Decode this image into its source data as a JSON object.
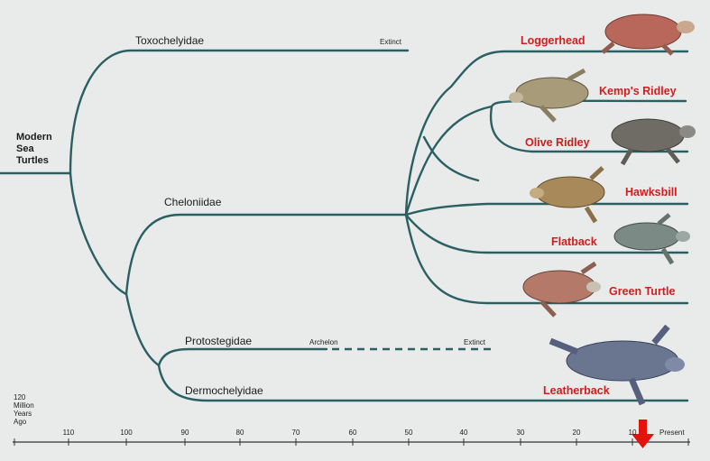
{
  "diagram": {
    "root_label": "Modern\nSea\nTurtles",
    "families": {
      "toxochelyidae": "Toxochelyidae",
      "cheloniidae": "Cheloniidae",
      "protostegidae": "Protostegidae",
      "dermochelyidae": "Dermochelyidae"
    },
    "annotations": {
      "toxo_extinct": "Extinct",
      "archelon": "Archelon",
      "archelon_extinct": "Extinct"
    },
    "species": {
      "loggerhead": "Loggerhead",
      "kemps_ridley": "Kemp's Ridley",
      "olive_ridley": "Olive Ridley",
      "hawksbill": "Hawksbill",
      "flatback": "Flatback",
      "green_turtle": "Green Turtle",
      "leatherback": "Leatherback"
    },
    "colors": {
      "branch": "#2a5f63",
      "species_label": "#d11d1d",
      "marker": "#e3120b"
    }
  },
  "timeline": {
    "axis_title": "120\nMillion\nYears\nAgo",
    "ticks": [
      "110",
      "100",
      "90",
      "80",
      "70",
      "60",
      "50",
      "40",
      "30",
      "20",
      "10"
    ],
    "present": "Present",
    "marker_icon": "red-down-arrow-icon"
  }
}
